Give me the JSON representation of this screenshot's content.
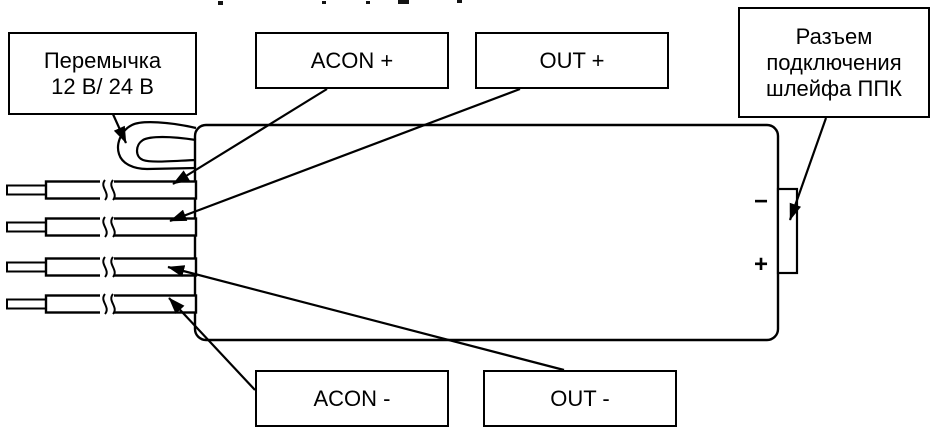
{
  "figure": {
    "kind": "power-supply wiring diagram",
    "background_color": "#ffffff",
    "line_color": "#000000"
  },
  "labels": {
    "jumper": {
      "line1": "Перемычка",
      "line2": "12 В/ 24 В"
    },
    "acon_plus": "ACON +",
    "out_plus": "OUT +",
    "ppk": {
      "line1": "Разъем",
      "line2": "подключения",
      "line3": "шлейфа ППК"
    },
    "acon_minus": "ACON -",
    "out_minus": "OUT -"
  },
  "terminals": {
    "minus": "−",
    "plus": "+"
  }
}
